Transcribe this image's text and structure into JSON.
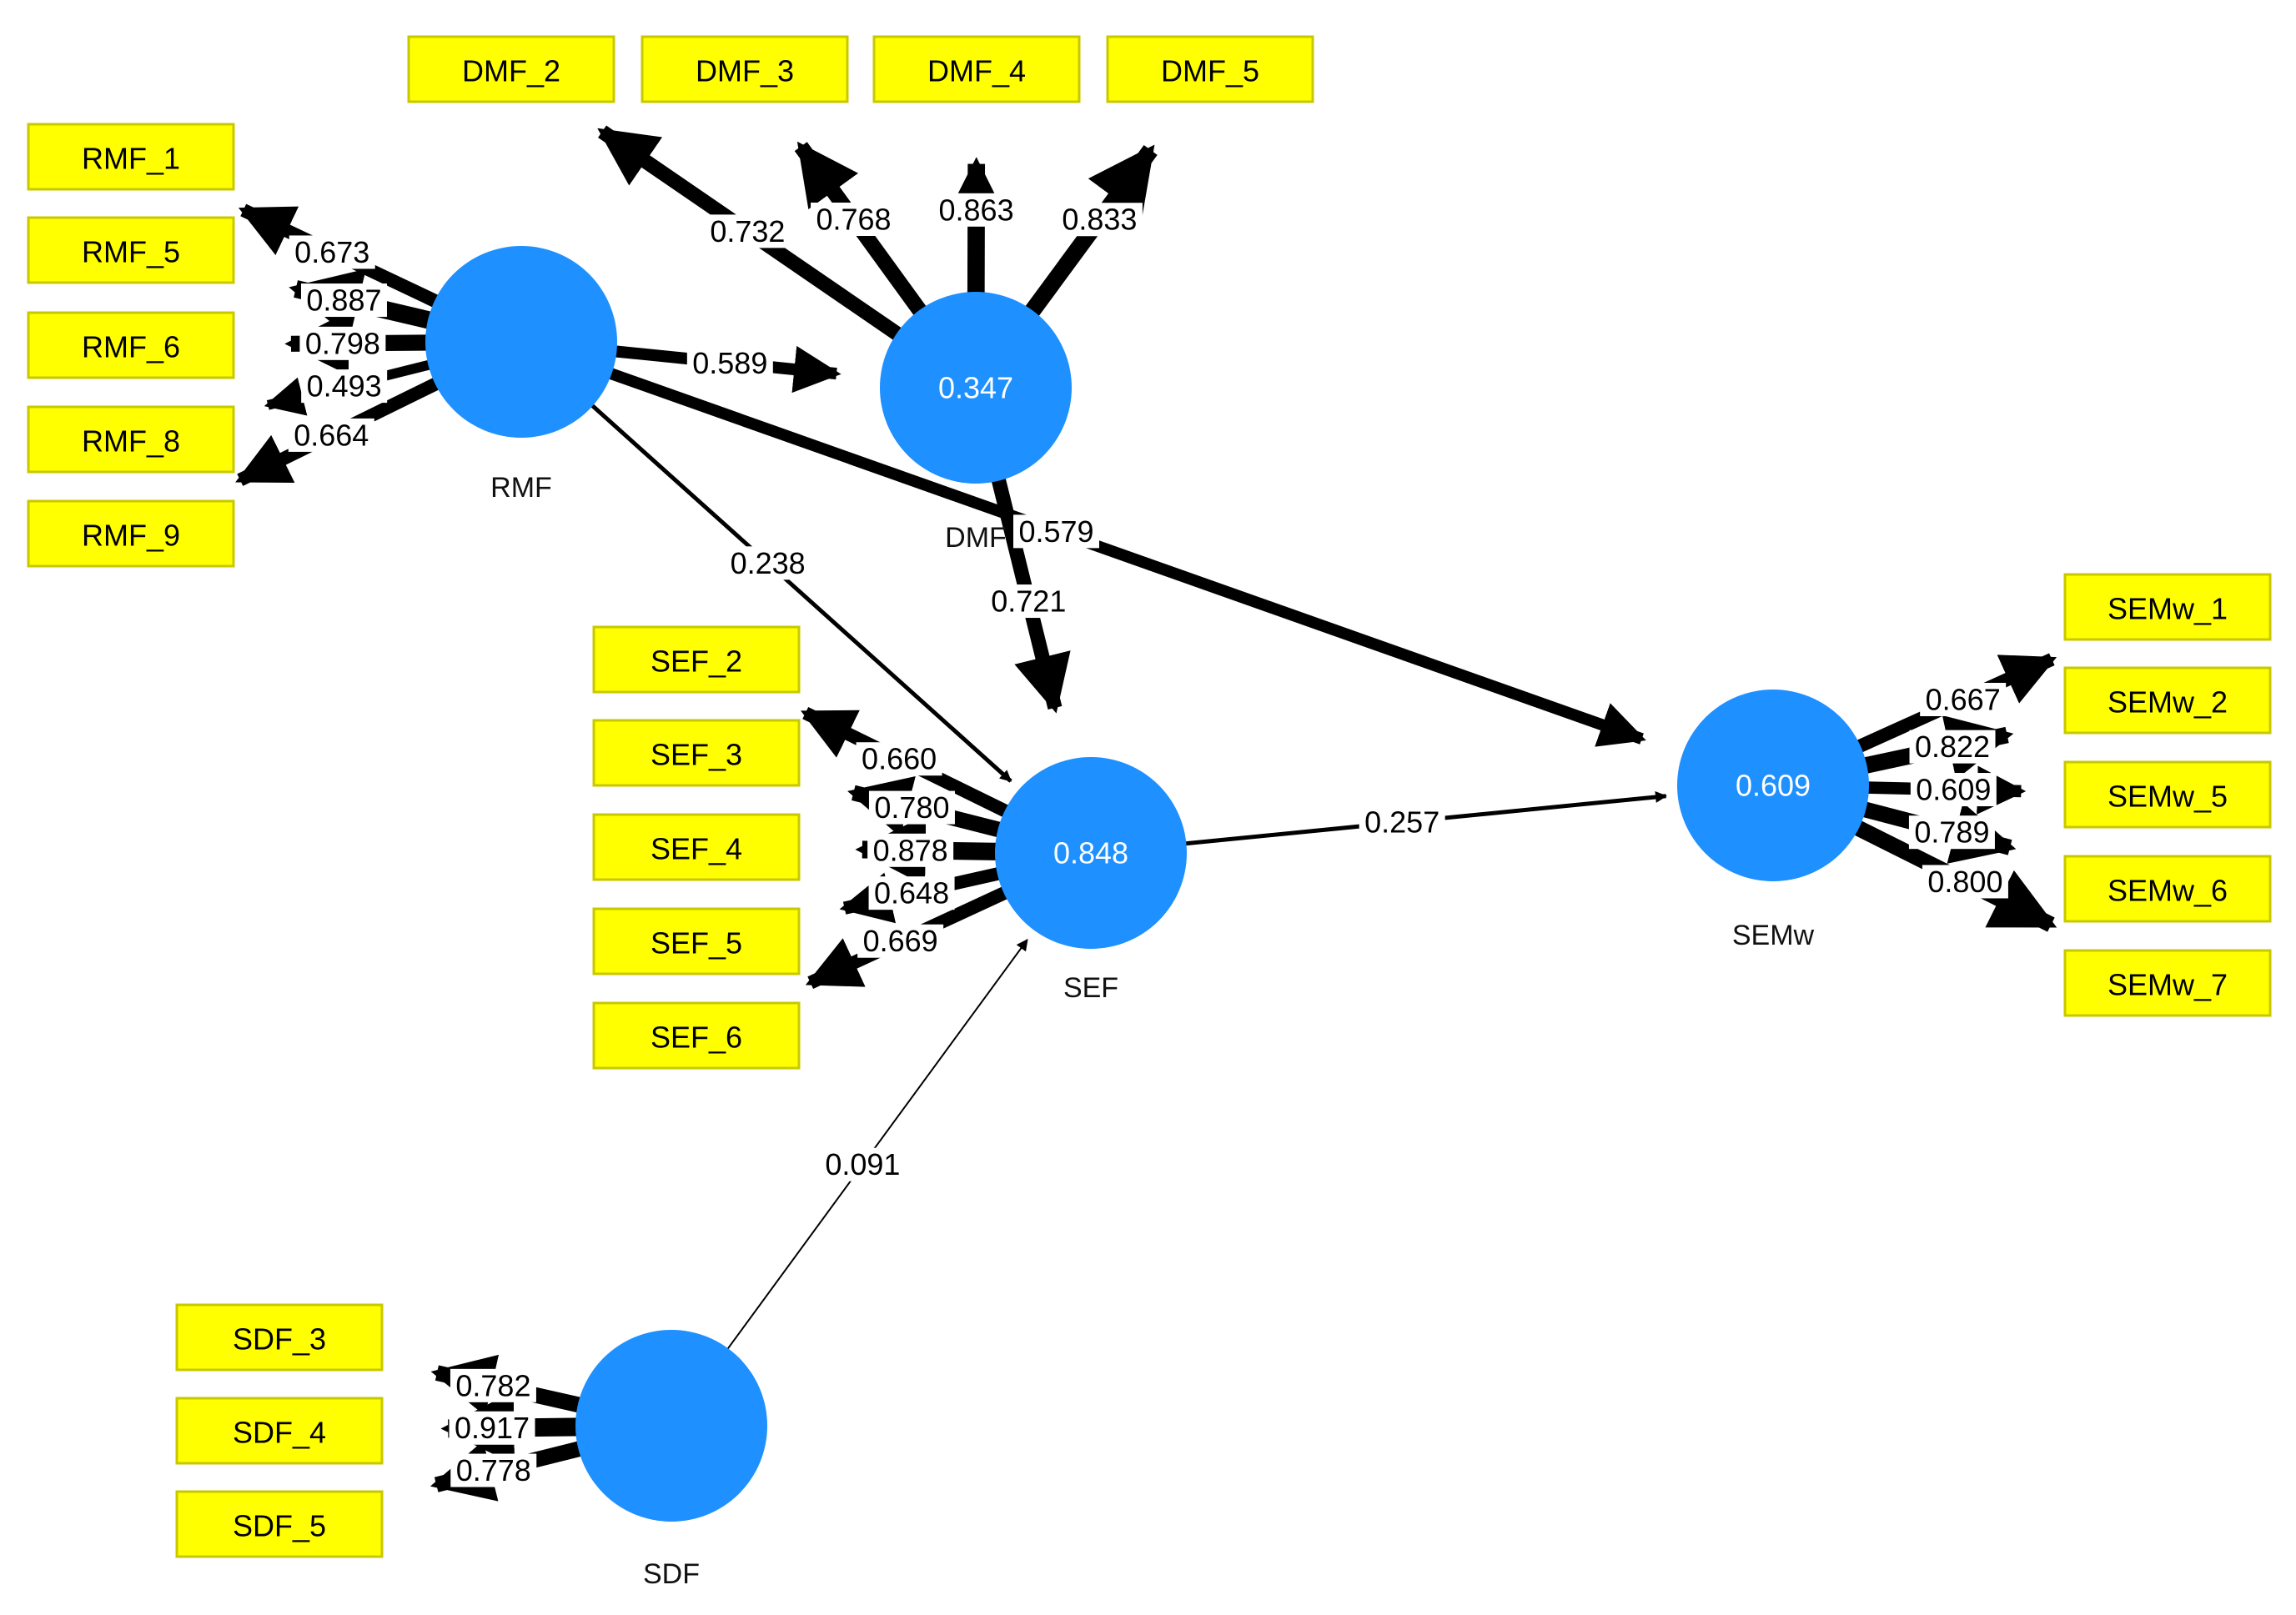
{
  "constructs": [
    {
      "id": "RMF",
      "name": "RMF",
      "value": ""
    },
    {
      "id": "DMF",
      "name": "DMF",
      "value": "0.347"
    },
    {
      "id": "SEF",
      "name": "SEF",
      "value": "0.848"
    },
    {
      "id": "SEMw",
      "name": "SEMw",
      "value": "0.609"
    },
    {
      "id": "SDF",
      "name": "SDF",
      "value": ""
    }
  ],
  "indicators": {
    "RMF": [
      "RMF_1",
      "RMF_5",
      "RMF_6",
      "RMF_8",
      "RMF_9"
    ],
    "DMF": [
      "DMF_2",
      "DMF_3",
      "DMF_4",
      "DMF_5"
    ],
    "SEF": [
      "SEF_2",
      "SEF_3",
      "SEF_4",
      "SEF_5",
      "SEF_6"
    ],
    "SEMw": [
      "SEMw_1",
      "SEMw_2",
      "SEMw_5",
      "SEMw_6",
      "SEMw_7"
    ],
    "SDF": [
      "SDF_3",
      "SDF_4",
      "SDF_5"
    ]
  },
  "loadings": [
    {
      "construct": "RMF",
      "indicator": "RMF_1",
      "value": "0.673"
    },
    {
      "construct": "RMF",
      "indicator": "RMF_5",
      "value": "0.887"
    },
    {
      "construct": "RMF",
      "indicator": "RMF_6",
      "value": "0.798"
    },
    {
      "construct": "RMF",
      "indicator": "RMF_8",
      "value": "0.493"
    },
    {
      "construct": "RMF",
      "indicator": "RMF_9",
      "value": "0.664"
    },
    {
      "construct": "DMF",
      "indicator": "DMF_2",
      "value": "0.732"
    },
    {
      "construct": "DMF",
      "indicator": "DMF_3",
      "value": "0.768"
    },
    {
      "construct": "DMF",
      "indicator": "DMF_4",
      "value": "0.863"
    },
    {
      "construct": "DMF",
      "indicator": "DMF_5",
      "value": "0.833"
    },
    {
      "construct": "SEF",
      "indicator": "SEF_2",
      "value": "0.660"
    },
    {
      "construct": "SEF",
      "indicator": "SEF_3",
      "value": "0.780"
    },
    {
      "construct": "SEF",
      "indicator": "SEF_4",
      "value": "0.878"
    },
    {
      "construct": "SEF",
      "indicator": "SEF_5",
      "value": "0.648"
    },
    {
      "construct": "SEF",
      "indicator": "SEF_6",
      "value": "0.669"
    },
    {
      "construct": "SEMw",
      "indicator": "SEMw_1",
      "value": "0.667"
    },
    {
      "construct": "SEMw",
      "indicator": "SEMw_2",
      "value": "0.822"
    },
    {
      "construct": "SEMw",
      "indicator": "SEMw_5",
      "value": "0.609"
    },
    {
      "construct": "SEMw",
      "indicator": "SEMw_6",
      "value": "0.789"
    },
    {
      "construct": "SEMw",
      "indicator": "SEMw_7",
      "value": "0.800"
    },
    {
      "construct": "SDF",
      "indicator": "SDF_3",
      "value": "0.782"
    },
    {
      "construct": "SDF",
      "indicator": "SDF_4",
      "value": "0.917"
    },
    {
      "construct": "SDF",
      "indicator": "SDF_5",
      "value": "0.778"
    }
  ],
  "paths": [
    {
      "from": "RMF",
      "to": "DMF",
      "value": "0.589"
    },
    {
      "from": "RMF",
      "to": "SEF",
      "value": "0.238"
    },
    {
      "from": "RMF",
      "to": "SEMw",
      "value": "0.579"
    },
    {
      "from": "DMF",
      "to": "SEF",
      "value": "0.721"
    },
    {
      "from": "SEF",
      "to": "SEMw",
      "value": "0.257"
    },
    {
      "from": "SDF",
      "to": "SEF",
      "value": "0.091"
    }
  ],
  "colors": {
    "construct_fill": "#1e90ff",
    "indicator_fill": "#ffff00",
    "arrow": "#000000"
  }
}
